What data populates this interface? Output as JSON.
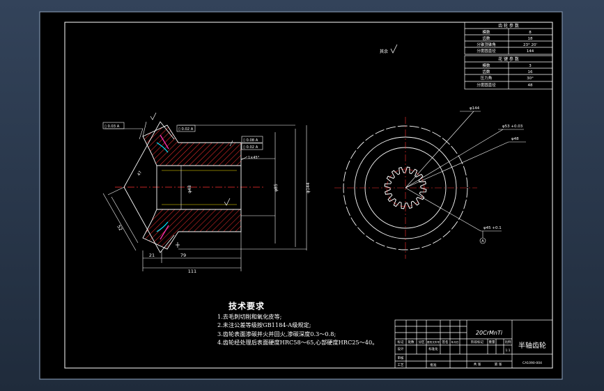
{
  "colors": {
    "background": "#000000",
    "line": "#ffffff",
    "accent_cyan": "#00e5ff",
    "accent_magenta": "#ff2fb3",
    "accent_yellow": "#ffea00",
    "accent_red": "#ff3030",
    "accent_green": "#42ff42",
    "hatch": "#ff3030",
    "frame_outer": "#5a6f8c"
  },
  "param_table_1": {
    "title": "齿 轮 参 数",
    "rows": [
      {
        "label": "模数",
        "value": "8"
      },
      {
        "label": "齿数",
        "value": "18"
      },
      {
        "label": "分锥顶锥角",
        "value": "23° 20'"
      },
      {
        "label": "分度圆直径",
        "value": "144"
      }
    ]
  },
  "param_table_2": {
    "title": "花 键 参 数",
    "rows": [
      {
        "label": "模数",
        "value": "3"
      },
      {
        "label": "齿数",
        "value": "16"
      },
      {
        "label": "压力角",
        "value": "30°"
      },
      {
        "label": "分度圆直径",
        "value": "48"
      }
    ]
  },
  "roughness_note": "其余",
  "section_view": {
    "tolerance_frames": [
      "▯ 0.03 A",
      "▯ 0.02 A",
      "▯ 0.08 A",
      "▯ 0.02 A"
    ],
    "dim_horizontal_1": "79",
    "dim_horizontal_2": "21",
    "dim_horizontal_3": "111",
    "dim_diag_1": "52",
    "dim_diag_2": "47",
    "dim_vertical_1": "φ48",
    "dim_vertical_2": "φ85",
    "dim_vertical_3": "φ144",
    "chamfer": "1×45°"
  },
  "end_view": {
    "leader_1": "φ144",
    "leader_2": "φ53 +0.03",
    "leader_3": "φ48",
    "leader_4": "φ45 +0.1",
    "datum": "A"
  },
  "tech_requirements": {
    "title": "技术要求",
    "items": [
      "1.去毛刺切削和氧化皮等;",
      "2.未注公差等级按GB1184-A级规定;",
      "3.齿轮表面渗碳并火并回火,渗碳深度0.3～0.8;",
      "4.齿轮经处理后表面硬度HRC58～65,心部硬度HRC25～40。"
    ]
  },
  "title_block": {
    "material": "20CrMnTi",
    "part_name": "半轴齿轮",
    "drawing_no": "CA1090-004",
    "scale": "1:1",
    "cells": {
      "mark": "标记",
      "count": "处数",
      "zone": "分区",
      "change_doc": "更改文件号",
      "sign": "签名",
      "date": "年月日",
      "design": "设计",
      "standardize": "标准化",
      "stage_mark": "阶段标记",
      "weight": "重量",
      "ratio": "比例",
      "review": "审核",
      "process": "工艺",
      "approve": "批准",
      "total_sheets": "共 张",
      "sheet": "第 张"
    }
  }
}
